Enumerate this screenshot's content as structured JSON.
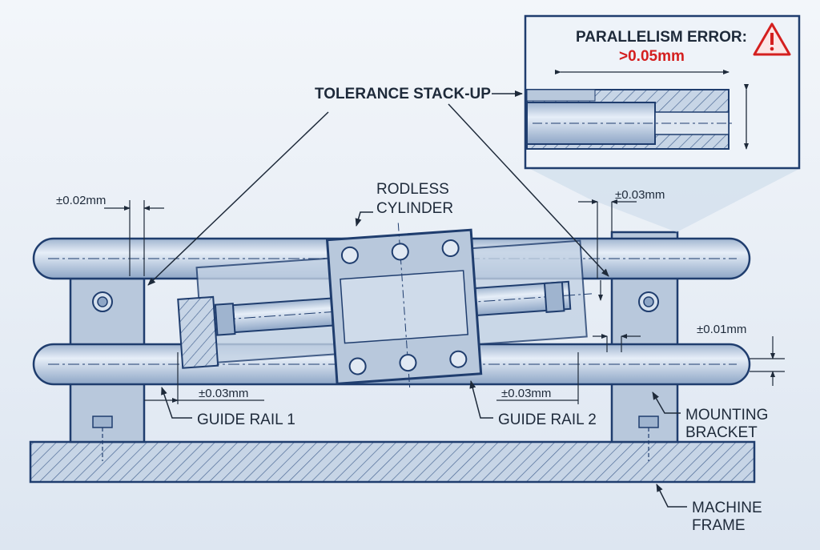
{
  "callout": {
    "title": "PARALLELISM ERROR:",
    "value": ">0.05mm",
    "warning_icon": "warning-triangle-icon",
    "value_color": "#d41f1f"
  },
  "stack_label": "TOLERANCE STACK-UP",
  "component_labels": {
    "cylinder_line1": "RODLESS",
    "cylinder_line2": "CYLINDER",
    "guide_rail_1": "GUIDE RAIL 1",
    "guide_rail_2": "GUIDE RAIL 2",
    "bracket_line1": "MOUNTING",
    "bracket_line2": "BRACKET",
    "frame_line1": "MACHINE",
    "frame_line2": "FRAME"
  },
  "tolerances": {
    "left_bracket": "±0.02mm",
    "right_bracket": "±0.03mm",
    "right_rail_offset": "±0.01mm",
    "rail1_bottom": "±0.03mm",
    "rail2_bottom": "±0.03mm"
  },
  "colors": {
    "line": "#1f3d6e",
    "steel": "#b8c8dc",
    "background": "#e9eff6"
  }
}
